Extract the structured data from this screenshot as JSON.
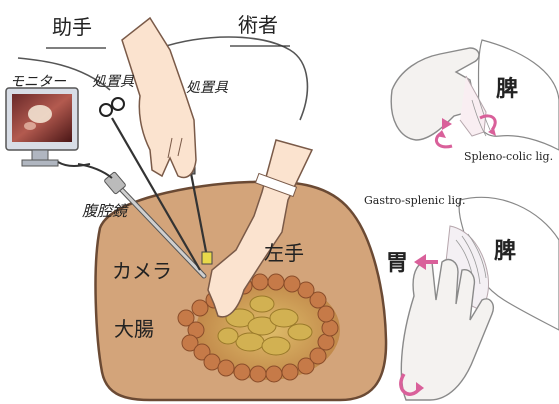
{
  "labels": {
    "assistant": "助手",
    "surgeon": "術者",
    "monitor": "モニター",
    "instrument_left": "処置具",
    "instrument_right": "処置具",
    "laparoscope": "腹腔鏡",
    "camera": "カメラ",
    "left_hand": "左手",
    "large_intestine": "大腸",
    "spleen_top": "脾",
    "spleno_colic_lig": "Spleno-colic lig.",
    "gastro_splenic_lig": "Gastro-splenic lig.",
    "stomach": "胃",
    "spleen_bottom": "脾"
  },
  "colors": {
    "abdomen_fill": "#d3a47a",
    "abdomen_stroke": "#6b4a34",
    "skin": "#fbe3cf",
    "skin_stroke": "#7a5a48",
    "intestine": "#c67a48",
    "small_bowel": "#c7aa48",
    "arrow_pink": "#d9609a",
    "text": "#222222"
  }
}
